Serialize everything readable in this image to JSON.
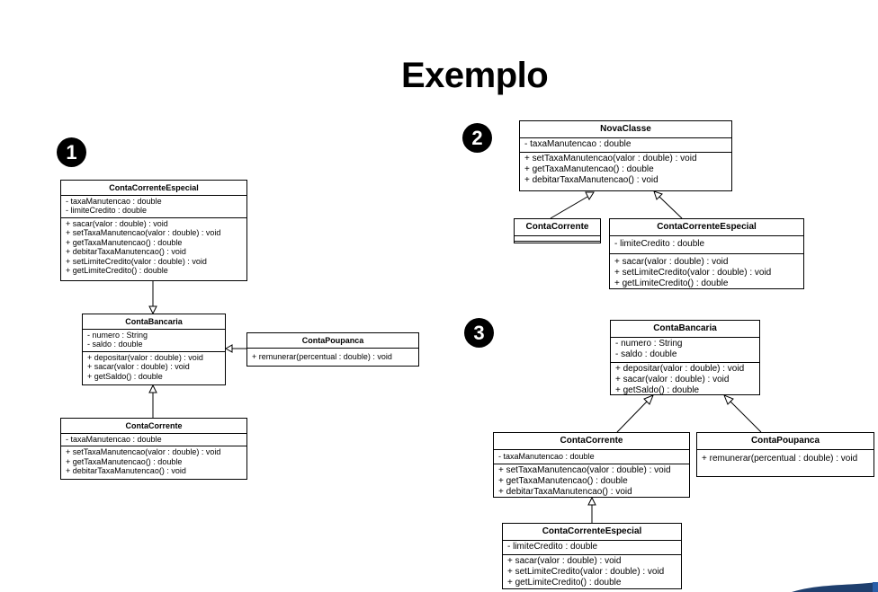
{
  "title": "Exemplo",
  "badges": [
    "1",
    "2",
    "3"
  ],
  "diagram1": {
    "ccEspecial": {
      "name": "ContaCorrenteEspecial",
      "attributes": [
        "- taxaManutencao : double",
        "- limiteCredito : double"
      ],
      "methods": [
        "+ sacar(valor : double) : void",
        "+ setTaxaManutencao(valor : double) : void",
        "+ getTaxaManutencao() : double",
        "+ debitarTaxaManutencao() : void",
        "+ setLimiteCredito(valor : double) : void",
        "+ getLimiteCredito() : double"
      ]
    },
    "contaBancaria": {
      "name": "ContaBancaria",
      "attributes": [
        "- numero : String",
        "- saldo : double"
      ],
      "methods": [
        "+ depositar(valor : double) : void",
        "+ sacar(valor : double) : void",
        "+ getSaldo() : double"
      ]
    },
    "contaPoupanca": {
      "name": "ContaPoupanca",
      "methods": [
        "+ remunerar(percentual : double) : void"
      ]
    },
    "contaCorrente": {
      "name": "ContaCorrente",
      "attributes": [
        "- taxaManutencao : double"
      ],
      "methods": [
        "+ setTaxaManutencao(valor : double) : void",
        "+ getTaxaManutencao() : double",
        "+ debitarTaxaManutencao() : void"
      ]
    }
  },
  "diagram2": {
    "novaClasse": {
      "name": "NovaClasse",
      "attributes": [
        "- taxaManutencao : double"
      ],
      "methods": [
        "+ setTaxaManutencao(valor : double) : void",
        "+ getTaxaManutencao() : double",
        "+ debitarTaxaManutencao() : void"
      ]
    },
    "contaCorrente": {
      "name": "ContaCorrente"
    },
    "ccEspecial": {
      "name": "ContaCorrenteEspecial",
      "attributes": [
        "- limiteCredito : double"
      ],
      "methods": [
        "+ sacar(valor : double) : void",
        "+ setLimiteCredito(valor : double) : void",
        "+ getLimiteCredito() : double"
      ]
    }
  },
  "diagram3": {
    "contaBancaria": {
      "name": "ContaBancaria",
      "attributes": [
        "- numero : String",
        "- saldo : double"
      ],
      "methods": [
        "+ depositar(valor : double) : void",
        "+ sacar(valor : double) : void",
        "+ getSaldo() : double"
      ]
    },
    "contaCorrente": {
      "name": "ContaCorrente",
      "attributes": [
        "- taxaManutencao : double"
      ],
      "methods": [
        "+ setTaxaManutencao(valor : double) : void",
        "+ getTaxaManutencao() : double",
        "+ debitarTaxaManutencao() : void"
      ]
    },
    "contaPoupanca": {
      "name": "ContaPoupanca",
      "methods": [
        "+ remunerar(percentual : double) : void"
      ]
    },
    "ccEspecial": {
      "name": "ContaCorrenteEspecial",
      "attributes": [
        "- limiteCredito : double"
      ],
      "methods": [
        "+ sacar(valor : double) : void",
        "+ setLimiteCredito(valor : double) : void",
        "+ getLimiteCredito() : double"
      ]
    }
  },
  "colors": {
    "line": "#000000",
    "background": "#ffffff",
    "badge": "#000000",
    "corner_band": "#1f3f6e"
  }
}
